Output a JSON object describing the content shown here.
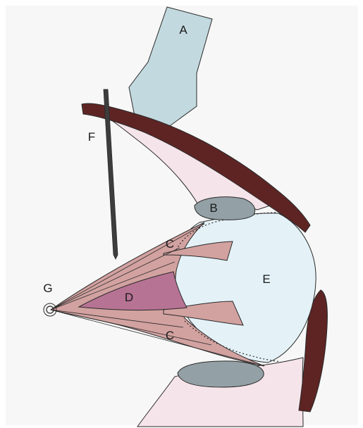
{
  "labels": {
    "a": "A",
    "b": "B",
    "c_upper": "C",
    "c_lower": "C",
    "d": "D",
    "e": "E",
    "f": "F",
    "g": "G"
  },
  "colors": {
    "background": "#ffffff",
    "panel": "#f7f7f7",
    "region_a": "#c2d9df",
    "region_b": "#93a1a6",
    "region_c": "#d2a2a0",
    "region_d": "#b77393",
    "region_e": "#e4f2f8",
    "dark_band": "#5e2424",
    "pale_tissue": "#f5e4ea",
    "rod_f": "#3d3d3d",
    "outline": "#2a2a2a"
  }
}
